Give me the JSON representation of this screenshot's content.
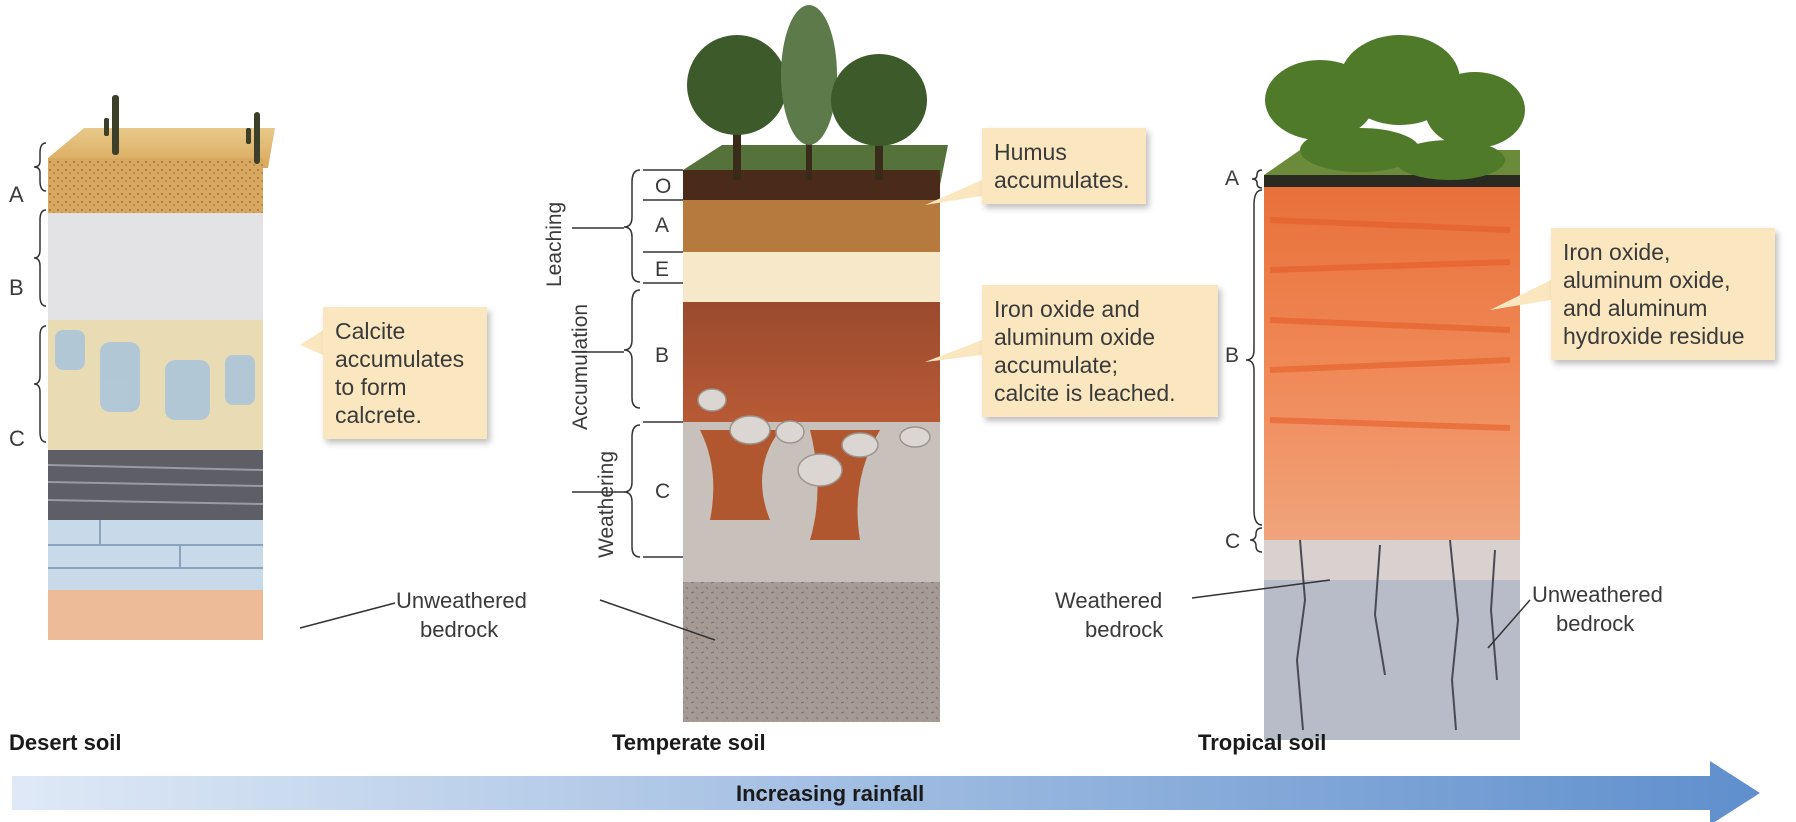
{
  "desert": {
    "title": "Desert soil",
    "horizons": [
      "A",
      "B",
      "C"
    ],
    "callout": "Calcite\naccumulates\nto form\ncalcrete.",
    "bedrock": "Unweathered\nbedrock"
  },
  "temperate": {
    "title": "Temperate soil",
    "horizons": [
      "O",
      "A",
      "E",
      "B",
      "C"
    ],
    "processes": [
      "Leaching",
      "Accumulation",
      "Weathering"
    ],
    "callout_humus": "Humus\naccumulates.",
    "callout_iron": "Iron oxide and\naluminum oxide\naccumulate;\ncalcite is leached.",
    "bedrock": "Unweathered\nbedrock"
  },
  "tropical": {
    "title": "Tropical soil",
    "horizons": [
      "A",
      "B",
      "C"
    ],
    "callout": "Iron oxide,\naluminum oxide,\nand aluminum\nhydroxide residue",
    "weathered": "Weathered\nbedrock",
    "bedrock": "Unweathered\nbedrock"
  },
  "arrow": {
    "label": "Increasing rainfall"
  }
}
